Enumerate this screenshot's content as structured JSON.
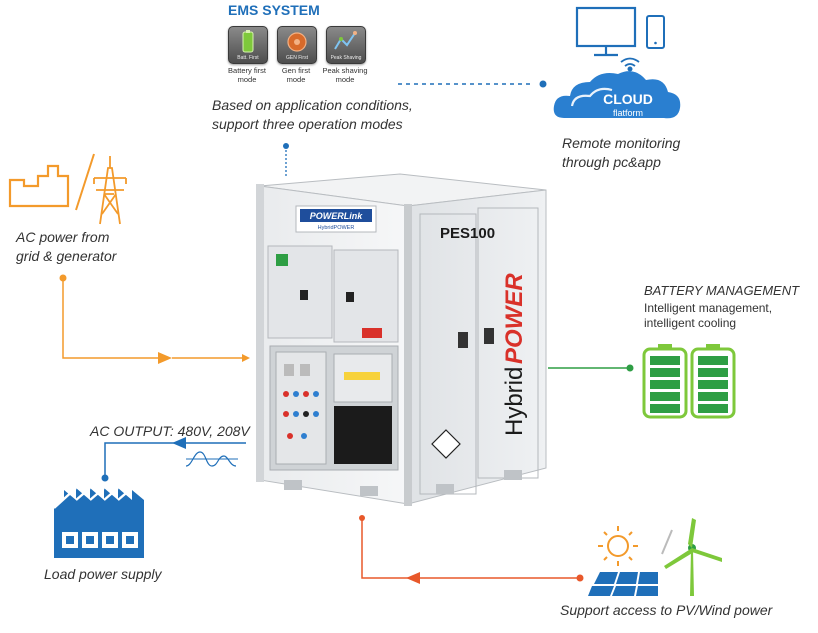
{
  "ems": {
    "title": "EMS SYSTEM",
    "modes": [
      {
        "button": "Batt. First",
        "caption_l1": "Battery first",
        "caption_l2": "mode"
      },
      {
        "button": "GEN First",
        "caption_l1": "Gen first",
        "caption_l2": "mode"
      },
      {
        "button": "Peak Shaving",
        "caption_l1": "Peak shaving",
        "caption_l2": "mode"
      }
    ],
    "desc_l1": "Based on application conditions,",
    "desc_l2": "support three operation modes"
  },
  "cloud": {
    "word": "CLOUD",
    "sub": "flatform",
    "desc_l1": "Remote monitoring",
    "desc_l2": "through pc&app"
  },
  "ac_input": {
    "l1": "AC power from",
    "l2": "grid & generator"
  },
  "battery": {
    "title": "BATTERY MANAGEMENT",
    "l1": "Intelligent management,",
    "l2": "intelligent cooling"
  },
  "ac_output": {
    "label": "AC OUTPUT: 480V, 208V"
  },
  "load": {
    "label": "Load power supply"
  },
  "pv": {
    "label": "Support access to PV/Wind power"
  },
  "container": {
    "logo": "POWERLink",
    "logo_sub": "HybridPOWER",
    "model": "PES100",
    "side_text_1": "Hybrid",
    "side_text_2": "POWER"
  },
  "colors": {
    "blue": "#1f6fb9",
    "orange": "#f39a2b",
    "green": "#2e9e44",
    "red_orange": "#e8582a"
  }
}
